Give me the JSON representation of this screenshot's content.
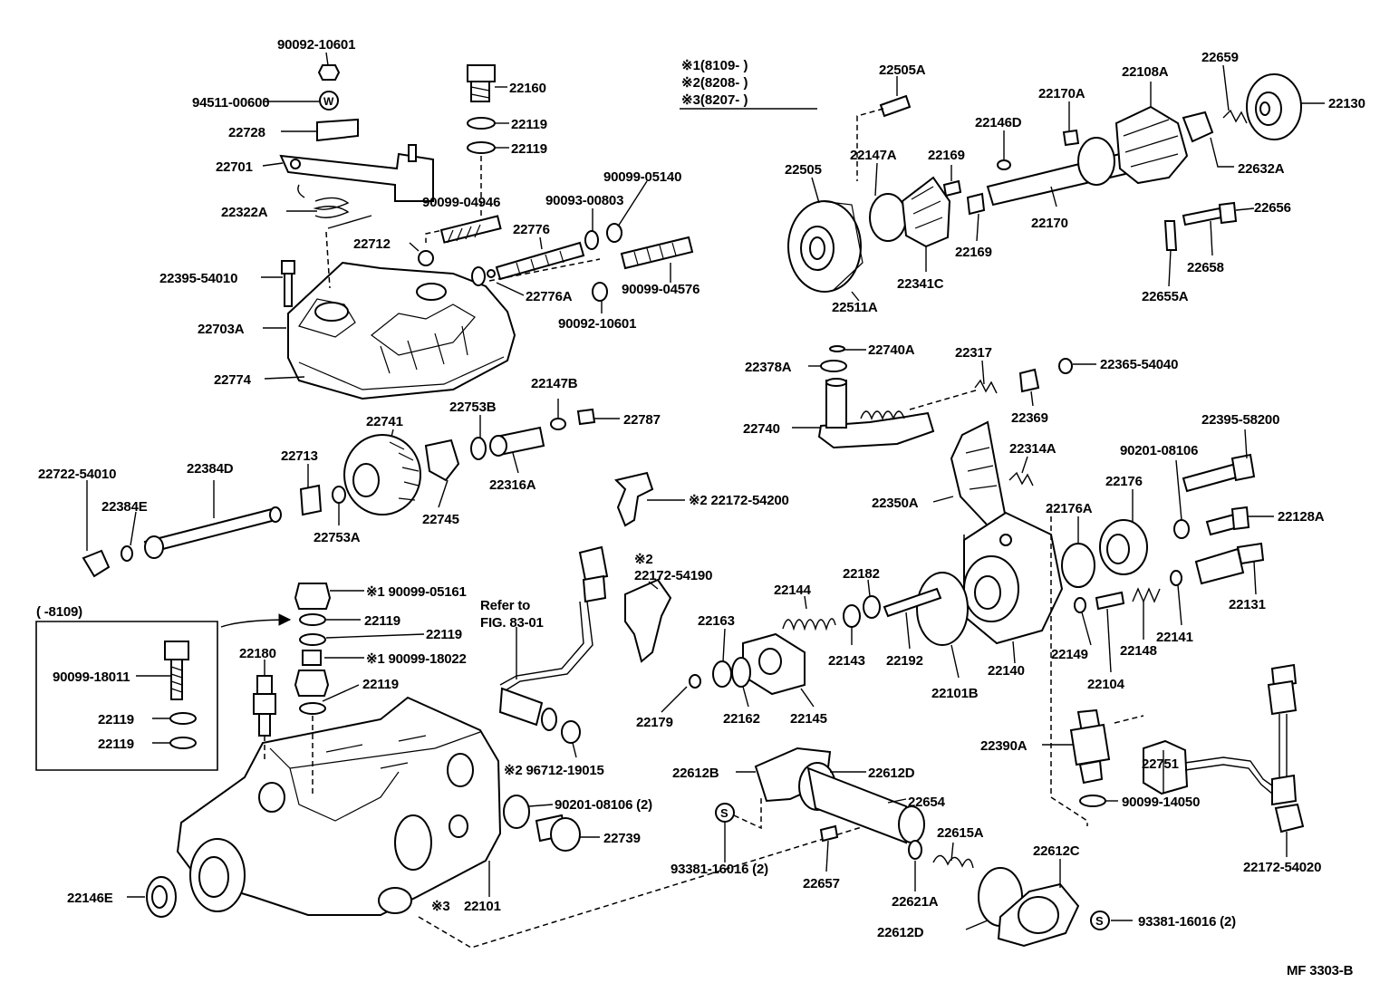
{
  "legend": {
    "rows": [
      {
        "mark": "※1",
        "value": "(8109-        )"
      },
      {
        "mark": "※2",
        "value": "(8208-        )"
      },
      {
        "mark": "※3",
        "value": "(8207-        )"
      }
    ]
  },
  "inset": {
    "title": "(        -8109)"
  },
  "refer_note": [
    "Refer to",
    "FIG. 83-01"
  ],
  "footer_code": "MF  3303-B",
  "callouts": [
    "90092-10601",
    "94511-00600",
    "22728",
    "22701",
    "22322A",
    "22395-54010",
    "22703A",
    "22774",
    "22160",
    "22119",
    "22119",
    "90099-04946",
    "22712",
    "22776",
    "90093-00803",
    "90099-05140",
    "22776A",
    "90092-10601",
    "90099-04576",
    "22505A",
    "22170A",
    "22108A",
    "22659",
    "22130",
    "22146D",
    "22147A",
    "22169",
    "22505",
    "22632A",
    "22169",
    "22170",
    "22341C",
    "22511A",
    "22656",
    "22658",
    "22655A",
    "22740A",
    "22317",
    "22378A",
    "22365-54040",
    "22369",
    "22740",
    "22395-58200",
    "90201-08106",
    "22314A",
    "22176",
    "22128A",
    "22350A",
    "22176A",
    "22131",
    "22741",
    "22753B",
    "22147B",
    "22787",
    "22384D",
    "22713",
    "22316A",
    "22722-54010",
    "22384E",
    "22745",
    "22753A",
    "※2  22172-54200",
    "※2",
    "22172-54190",
    "22144",
    "22182",
    "22163",
    "22143",
    "22192",
    "22101B",
    "22140",
    "22149",
    "22104",
    "22148",
    "22141",
    "22179",
    "22162",
    "22145",
    "※1 90099-05161",
    "22119",
    "22119",
    "※1 90099-18022",
    "22119",
    "22180",
    "90099-18011",
    "22119",
    "22119",
    "※2 96712-19015",
    "90201-08106 (2)",
    "22739",
    "22612B",
    "22612D",
    "22654",
    "93381-16016 (2)",
    "22657",
    "22615A",
    "22621A",
    "22612C",
    "22612D",
    "93381-16016 (2)",
    "22146E",
    "※3",
    "22101",
    "22390A",
    "22751",
    "90099-14050",
    "22172-54020"
  ]
}
